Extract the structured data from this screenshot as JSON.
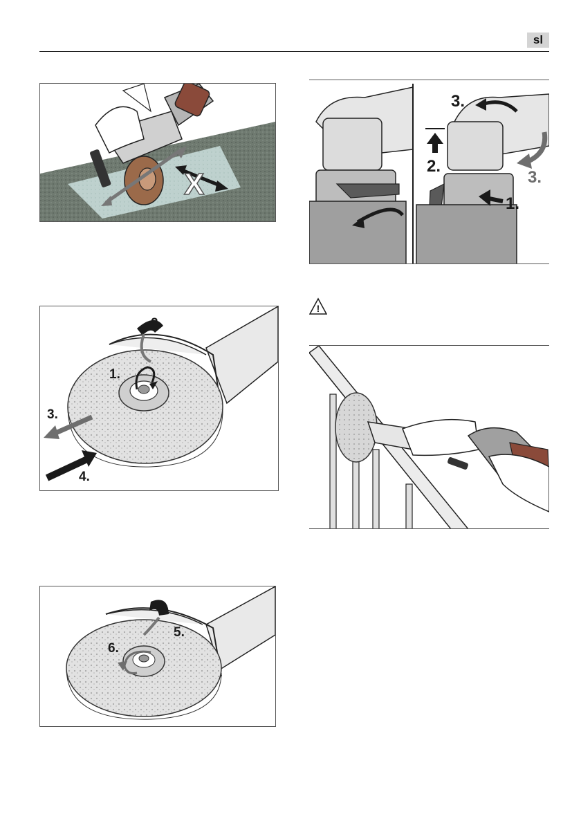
{
  "header": {
    "language_code": "sl"
  },
  "figures": {
    "fig_roller_grinding": {
      "forbidden_mark": "X"
    },
    "fig_wheel_removal": {
      "step_1": "1.",
      "step_2": "2.",
      "step_3": "3.",
      "step_4": "4."
    },
    "fig_wheel_mounting": {
      "step_5": "5.",
      "step_6": "6."
    },
    "fig_guard_adjust": {
      "step_1": "1.",
      "step_2": "2.",
      "step_3_upper": "3.",
      "step_3_lower": "3."
    },
    "warning": {
      "icon": "warning-triangle-icon",
      "symbol": "!"
    },
    "fig_railing_sanding": {}
  },
  "colors": {
    "arrow_dark": "#1a1a1a",
    "arrow_grey": "#6e6e6e",
    "surface_grey": "#6f7a70",
    "badge_bg": "#d4d4d4"
  }
}
